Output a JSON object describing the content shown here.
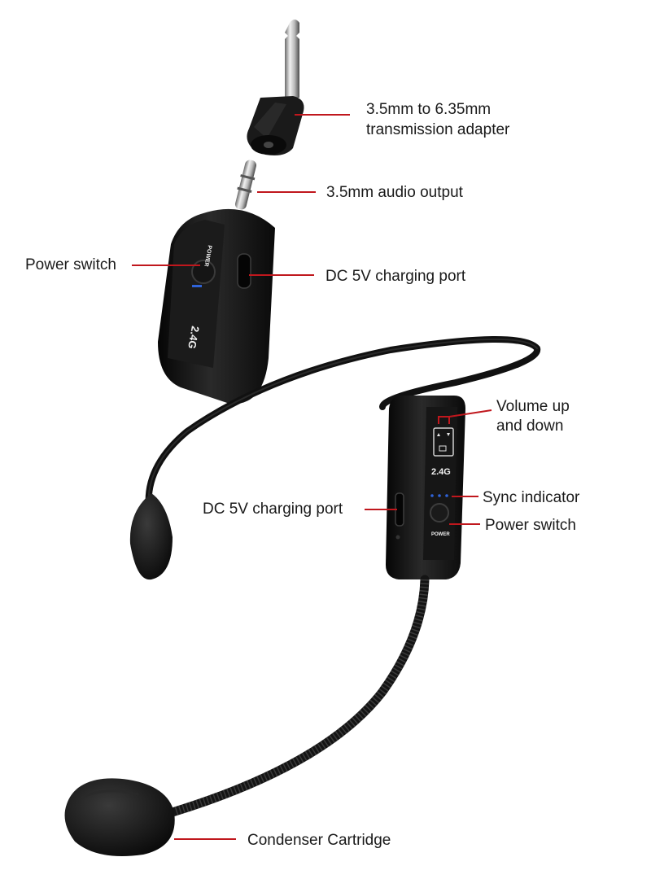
{
  "colors": {
    "leader": "#c0171d",
    "device": "#111111",
    "background": "#ffffff",
    "indicator": "#2f63d8"
  },
  "labels": {
    "adapter_line1": "3.5mm to 6.35mm",
    "adapter_line2": "transmission adapter",
    "audio_output": "3.5mm audio output",
    "power_switch_receiver": "Power switch",
    "dc_port_receiver": "DC 5V charging port",
    "volume_line1": "Volume up",
    "volume_line2": "and down",
    "sync_indicator": "Sync indicator",
    "dc_port_transmitter": "DC 5V charging port",
    "power_switch_transmitter": "Power switch",
    "condenser": "Condenser Cartridge"
  },
  "device_markings": {
    "receiver_band": "2.4G",
    "receiver_power": "POWER",
    "transmitter_band": "2.4G",
    "transmitter_power": "POWER"
  }
}
